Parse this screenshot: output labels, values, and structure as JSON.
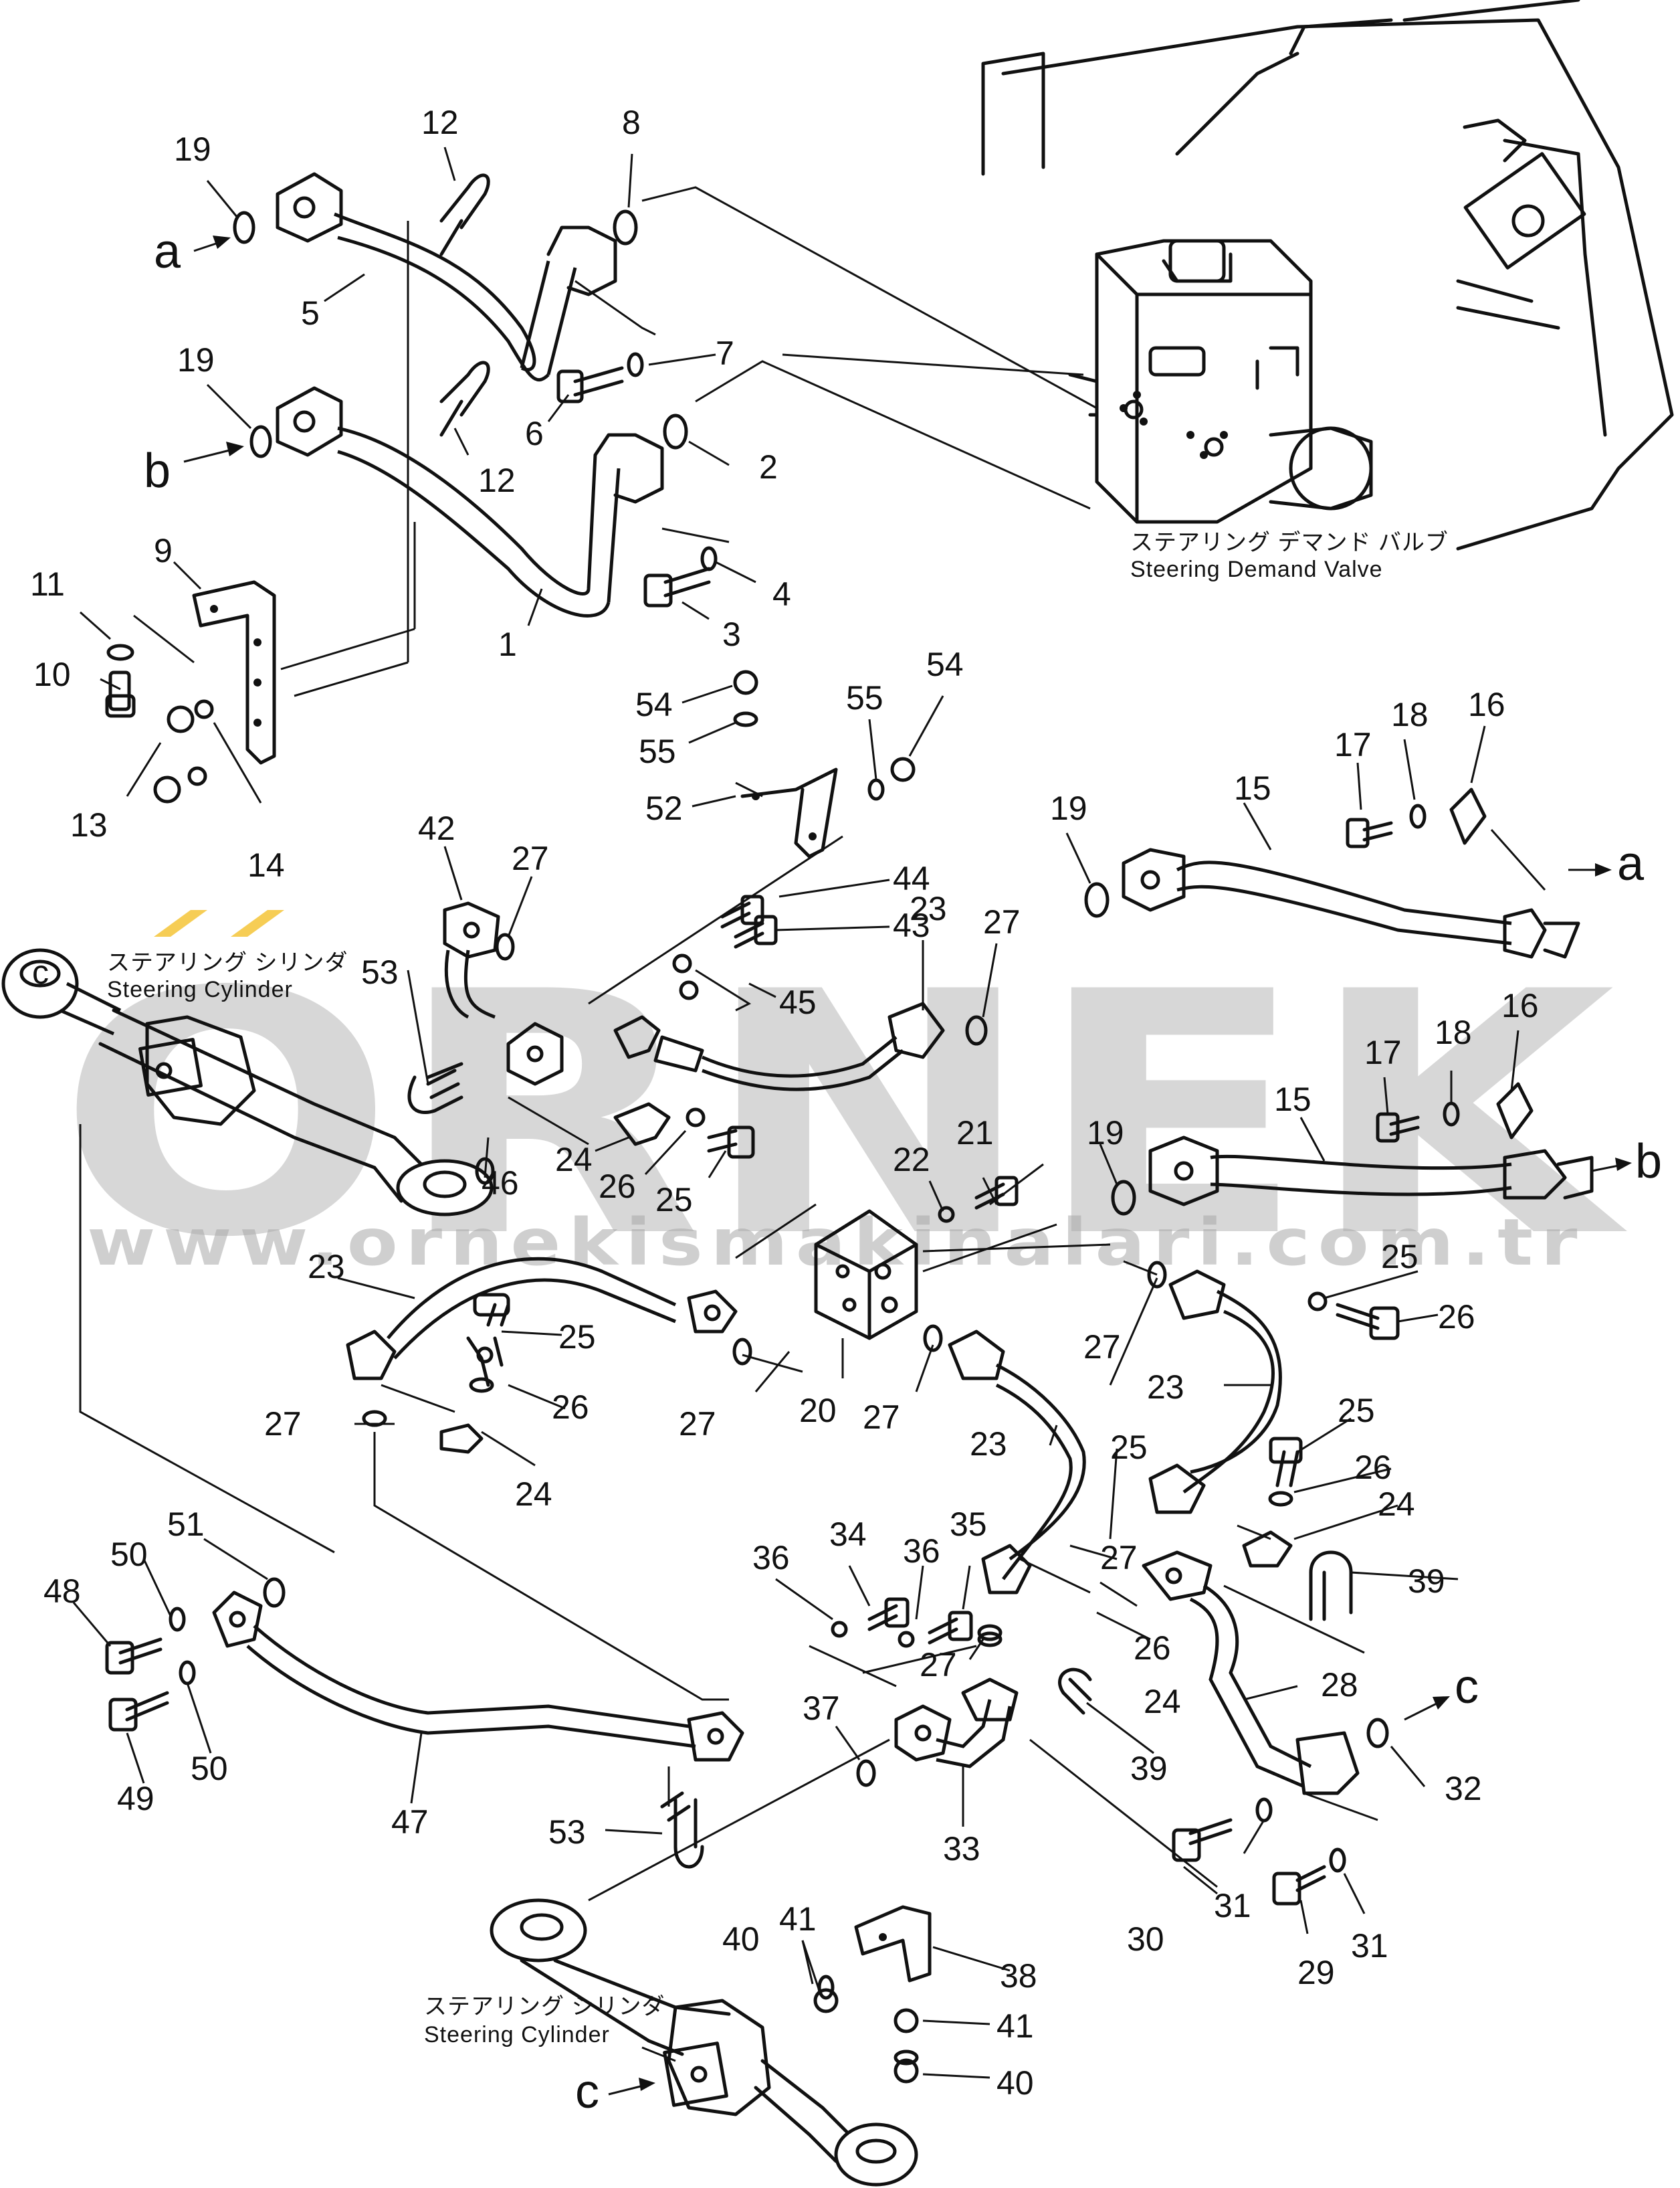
{
  "watermark": {
    "brand": "ORNEK",
    "url": "www.ornekismakinalari.com.tr",
    "accent_color": "#f5c842"
  },
  "component_labels": {
    "steering_valve_jp": "ステアリング デマンド バルブ",
    "steering_valve_en": "Steering Demand Valve",
    "cylinder_top_jp": "ステアリング シリンダ",
    "cylinder_top_en": "Steering Cylinder",
    "cylinder_bottom_jp": "ステアリング シリンダ",
    "cylinder_bottom_en": "Steering Cylinder"
  },
  "connection_markers": [
    "a",
    "b",
    "c"
  ],
  "callouts": [
    "1",
    "2",
    "3",
    "4",
    "5",
    "6",
    "7",
    "8",
    "9",
    "10",
    "11",
    "12",
    "12",
    "13",
    "14",
    "15",
    "15",
    "16",
    "16",
    "17",
    "17",
    "18",
    "18",
    "19",
    "19",
    "19",
    "19",
    "20",
    "21",
    "22",
    "23",
    "23",
    "23",
    "23",
    "23",
    "24",
    "24",
    "24",
    "24",
    "25",
    "25",
    "25",
    "25",
    "25",
    "26",
    "26",
    "26",
    "26",
    "26",
    "27",
    "27",
    "27",
    "27",
    "27",
    "27",
    "27",
    "27",
    "28",
    "29",
    "30",
    "31",
    "31",
    "32",
    "33",
    "34",
    "35",
    "36",
    "36",
    "37",
    "38",
    "39",
    "39",
    "40",
    "40",
    "41",
    "41",
    "42",
    "43",
    "44",
    "45",
    "46",
    "47",
    "48",
    "49",
    "50",
    "50",
    "51",
    "52",
    "53",
    "53",
    "54",
    "54",
    "55",
    "55"
  ]
}
